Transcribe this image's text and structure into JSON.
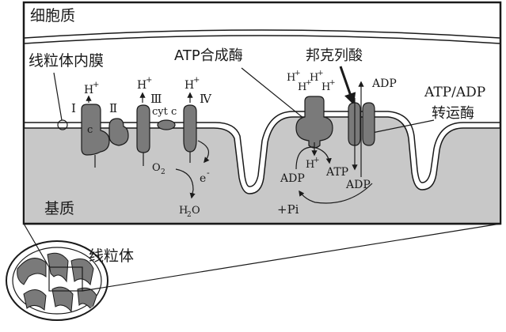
{
  "labels": {
    "cytoplasm": "细胞质",
    "inner_membrane": "线粒体内膜",
    "atp_synthase": "ATP合成酶",
    "bongkrekic_acid": "邦克列酸",
    "translocase_line1": "ATP/ADP",
    "translocase_line2": "转运酶",
    "matrix": "基质",
    "mitochondrion": "线粒体"
  },
  "complexes": {
    "c1": "Ⅰ",
    "c2": "Ⅱ",
    "c3": "Ⅲ",
    "c4": "Ⅳ",
    "c_inner": "c",
    "cytc": "cyt c"
  },
  "chem": {
    "h_plus_main": "H",
    "plus": "+",
    "minus": "-",
    "o": "O",
    "o_sub": "2",
    "e": "e",
    "h2o_h": "H",
    "h2o_sub": "2",
    "h2o_o": "O",
    "adp": "ADP",
    "atp": "ATP",
    "pi": "+Pi"
  },
  "colors": {
    "matrix_fill": "#c8c8c8",
    "protein_fill": "#7a7a7a",
    "stroke": "#1a1a1a",
    "background": "#ffffff"
  }
}
